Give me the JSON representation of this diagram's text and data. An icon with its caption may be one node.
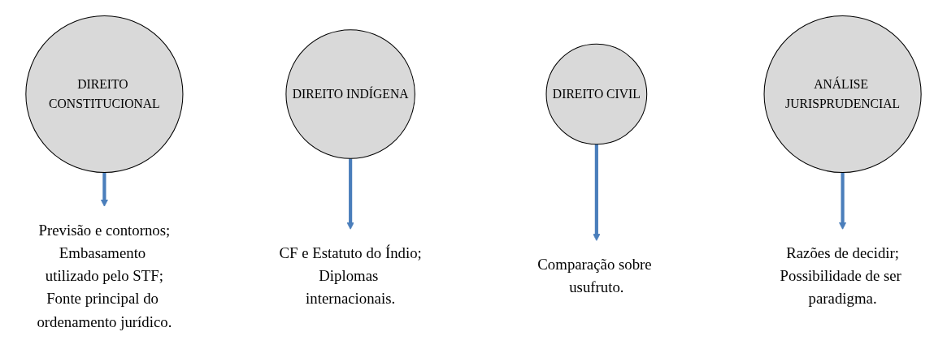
{
  "diagram": {
    "nodes": [
      {
        "text": [
          "DIREITO CONSTITUCIONAL"
        ]
      },
      {
        "text": [
          "DIREITO INDÍGENA"
        ]
      },
      {
        "text": [
          "DIREITO CIVIL"
        ]
      },
      {
        "text": [
          "ANÁLISE JURISPRUDENCIAL"
        ]
      },
      {
        "text": [
          "Previsão e contornos;",
          "Embasamento utilizado pelo STF;",
          "Fonte principal do ordenamento jurídico."
        ]
      },
      {
        "text": [
          "CF e Estatuto do Índio;",
          "Diplomas internacionais."
        ]
      },
      {
        "text": [
          "Comparação sobre usufruto."
        ]
      },
      {
        "text": [
          "Razões de decidir;",
          "Possibilidade de ser paradigma."
        ]
      }
    ],
    "edges": [
      {
        "from": 0,
        "to": 4,
        "arrow": "to"
      },
      {
        "from": 1,
        "to": 5,
        "arrow": "to"
      },
      {
        "from": 2,
        "to": 6,
        "arrow": "to"
      },
      {
        "from": 3,
        "to": 7,
        "arrow": "to"
      }
    ]
  }
}
